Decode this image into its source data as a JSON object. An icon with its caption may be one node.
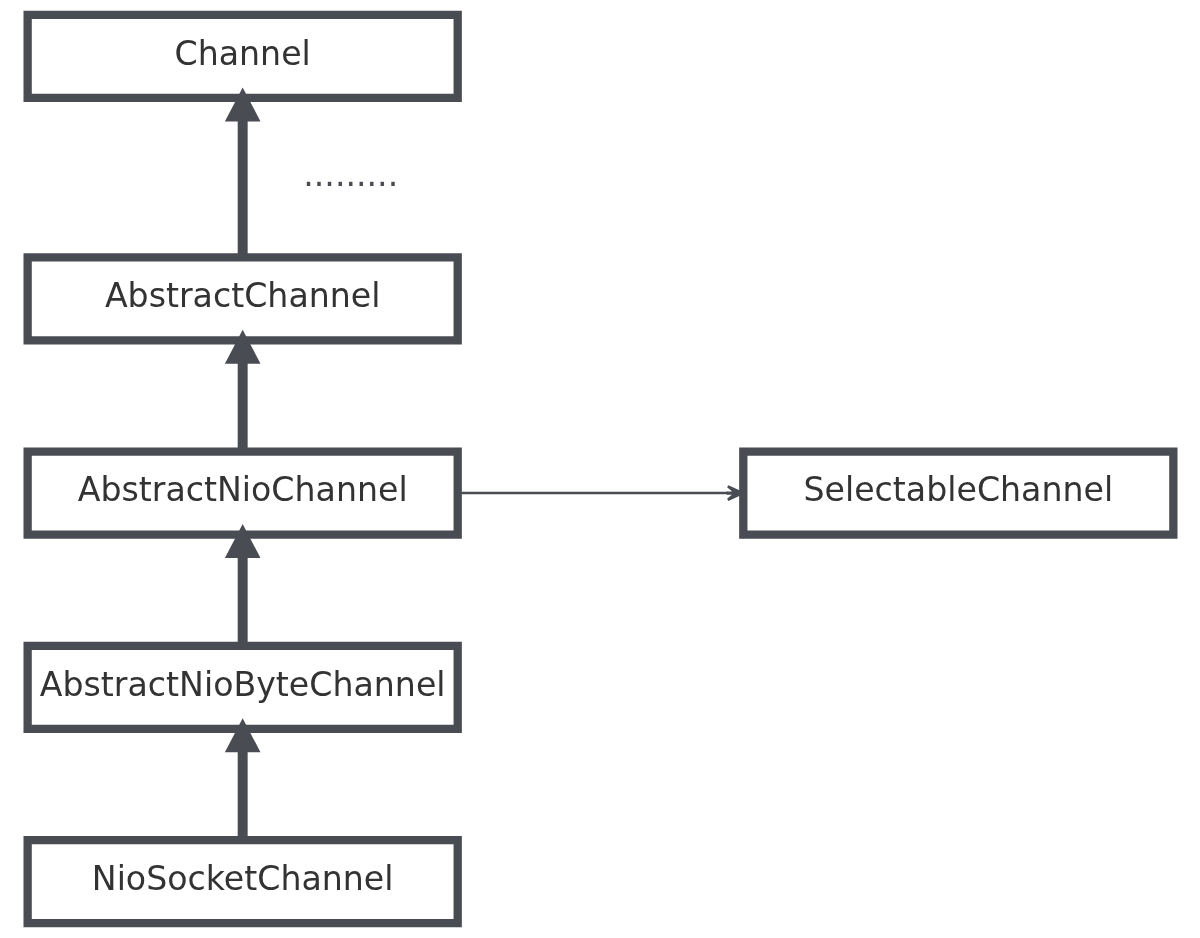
{
  "diagram": {
    "nodes": [
      {
        "text": [
          "Channel"
        ]
      },
      {
        "text": [
          "AbstractChannel"
        ]
      },
      {
        "text": [
          "SelectableChannel"
        ]
      },
      {
        "text": [
          "AbstractNioChannel"
        ]
      },
      {
        "text": [
          "AbstractNioByteChannel"
        ]
      },
      {
        "text": [
          "NioSocketChannel"
        ]
      }
    ],
    "edges": [
      {
        "from": 1,
        "to": 0,
        "arrow": "to",
        "label": "........."
      },
      {
        "from": 3,
        "to": 1,
        "arrow": "to"
      },
      {
        "from": 3,
        "to": 2,
        "arrow": "to"
      },
      {
        "from": 4,
        "to": 3,
        "arrow": "to"
      },
      {
        "from": 5,
        "to": 4,
        "arrow": "to"
      }
    ]
  }
}
